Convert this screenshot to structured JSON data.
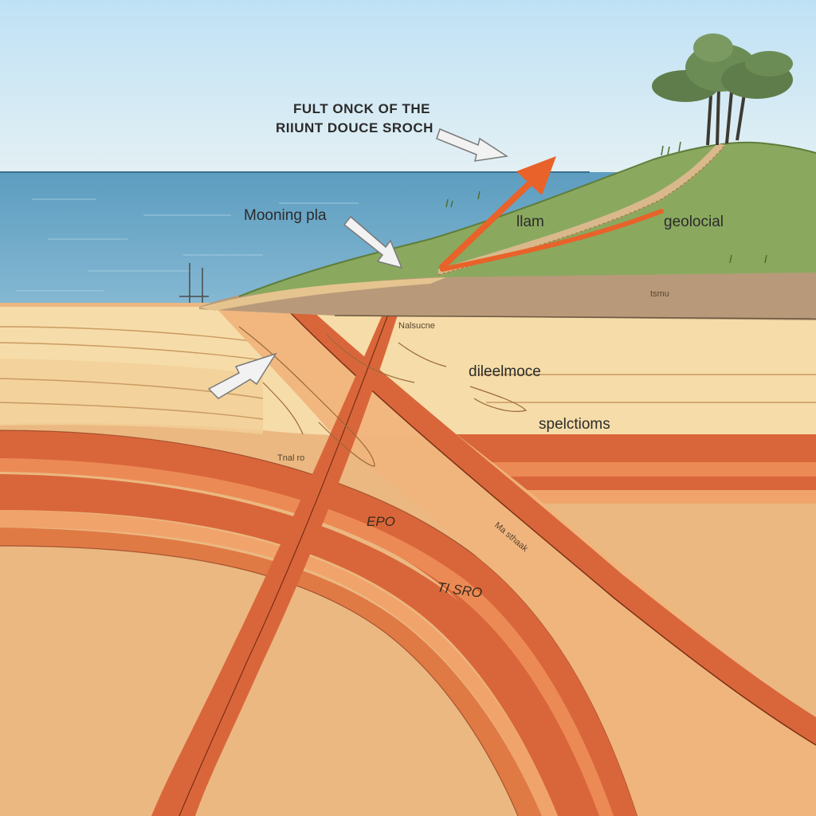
{
  "labels": {
    "title_line1": "FULT ONCK OF THE",
    "title_line2": "RIIUNT DOUCE SROCH",
    "moonring": "Mooning pla",
    "llam": "llam",
    "geolocal": "geolocial",
    "dileelmoce": "dileelmoce",
    "spelctioms": "spelctioms",
    "epo": "EPO",
    "tsro": "TI SRO",
    "smalltext_1": "tsmu",
    "smalltext_2": "Nalsucne",
    "smalltext_3": "Ma sthaak",
    "smalltext_4": "Tnal ro"
  },
  "colors": {
    "sky": "#cfe6f3",
    "sea": "#6aa6c7",
    "grass": "#8aa95f",
    "ground": "#b89a7a",
    "sand_light": "#f6dca8",
    "sand_mid": "#f0c98e",
    "rust": "#d9663a",
    "rust_light": "#ec8a55",
    "arrow_orange": "#e8622a",
    "arrow_grey": "#eeeeee"
  },
  "icons": [
    "tree-icon",
    "orange-arrow-icon",
    "grey-arrow-icon"
  ]
}
